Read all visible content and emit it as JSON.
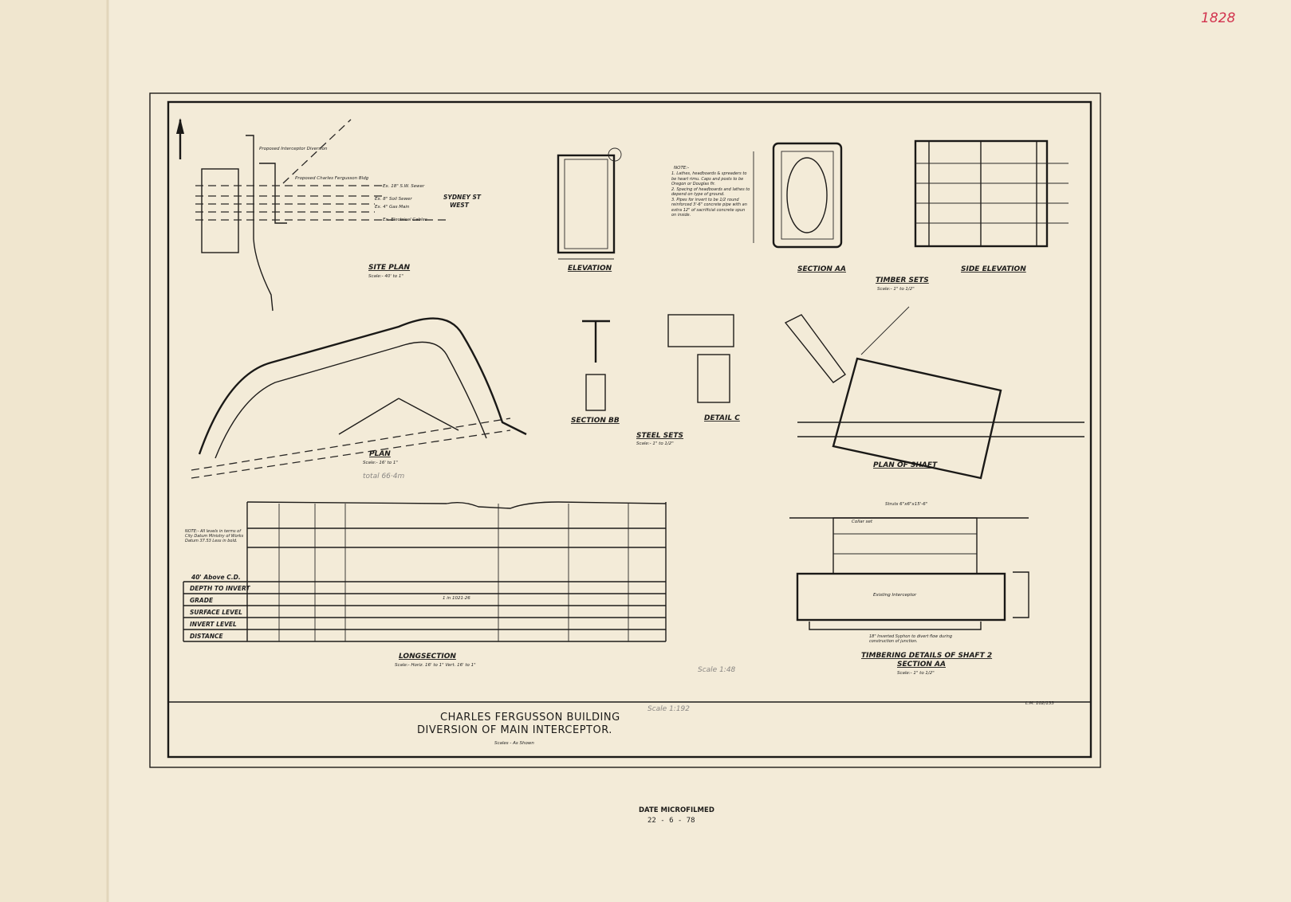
{
  "sheet_number": "1828",
  "title_block": {
    "line1": "CHARLES   FERGUSSON   BUILDING",
    "line2": "DIVERSION  OF   MAIN   INTERCEPTOR.",
    "scales": "Scales - As Shown",
    "drawing_no": "L.M. 102/133"
  },
  "microfilm_stamp": {
    "label": "DATE  MICROFILMED",
    "date": "22 - 6 - 78"
  },
  "views": {
    "site_plan": {
      "title": "SITE PLAN",
      "scale": "Scale:- 40' to 1\"",
      "labels": [
        "Ex. 18\" S.W. Sewer",
        "Ex. 8\" Soil Sewer",
        "Ex. 4\" Gas Main",
        "Ex. Electrical Cables",
        "Proposed Charles Fergusson Bldg",
        "Proposed Interceptor Diversion"
      ],
      "street": [
        "SYDNEY  ST",
        "WEST"
      ]
    },
    "elevation": {
      "title": "ELEVATION"
    },
    "section_aa": {
      "title": "SECTION AA"
    },
    "timber_sets": {
      "title": "TIMBER SETS",
      "scale": "Scale:- 1\" to 1/2\""
    },
    "side_elevation": {
      "title": "SIDE ELEVATION"
    },
    "notes": {
      "heading": "NOTE:-",
      "items": [
        "1. Lathes, headboards & spreaders to be heart rimu. Caps and posts to be Oregon or Douglas fir.",
        "2. Spacing of headboards and lathes to depend on type of ground.",
        "3. Pipes for invert to be 1/2 round reinforced 3'-6\" concrete pipe with an extra 12\" of sacrificial concrete spun on inside."
      ]
    },
    "plan": {
      "title": "PLAN",
      "scale": "Scale:- 16' to 1\""
    },
    "section_bb": {
      "title": "SECTION BB"
    },
    "steel_sets": {
      "title": "STEEL SETS",
      "scale": "Scale:- 1\" to 1/2\""
    },
    "detail_c": {
      "title": "DETAIL C"
    },
    "plan_of_shaft": {
      "title": "PLAN OF SHAFT"
    },
    "longsection": {
      "title": "LONGSECTION",
      "scale": "Scale:- Horiz. 16' to 1\"  Vert. 16' to 1\"",
      "note": "NOTE:- All levels in terms of City Datum Ministry of Works Datum 37.53 Less in bold.",
      "rows": [
        "40' Above C.D.",
        "DEPTH TO INVERT",
        "GRADE",
        "SURFACE LEVEL",
        "INVERT LEVEL",
        "DISTANCE"
      ],
      "grade": "1 in 1021·26"
    },
    "timbering_details": {
      "title": "TIMBERING DETAILS OF SHAFT 2",
      "subtitle": "SECTION AA",
      "scale": "Scale:- 1\" to 1/2\"",
      "labels": [
        "Struts 6\"x6\"x15'-6\"",
        "Collar set",
        "Existing Interceptor",
        "18\" Inverted Syphon to divert flow during construction of junction."
      ]
    }
  },
  "annotations": {
    "pencil": [
      "total 66·4m",
      "Scale 1:48",
      "Scale 1:192"
    ]
  }
}
